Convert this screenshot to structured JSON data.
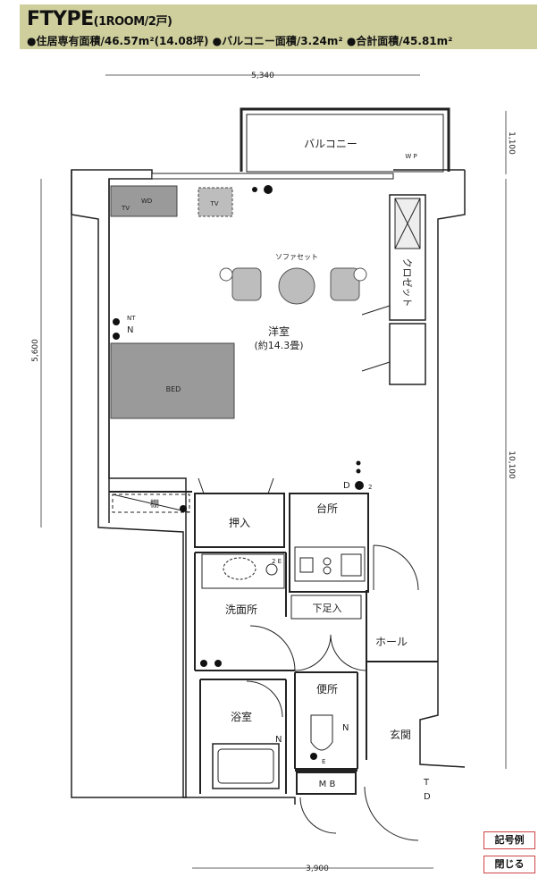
{
  "header": {
    "type_main": "FTYPE",
    "type_sub": "(1ROOM/2戸)",
    "specs": "●住居専有面積/46.57m²(14.08坪)  ●バルコニー面積/3.24m²  ●合計面積/45.81m²"
  },
  "dimensions": {
    "top_width": "5,340",
    "balcony_depth": "1,100",
    "left_height": "5,600",
    "right_height": "10,100",
    "bottom_width": "3,900"
  },
  "rooms": {
    "balcony": "バルコニー",
    "western": "洋室",
    "western_area": "(約14.3畳)",
    "closet": "クロゼット",
    "sofa_set": "ソファセット",
    "bed": "BED",
    "tv_left": "TV",
    "wd": "WD",
    "tv_center": "TV",
    "shelf": "棚",
    "oshiire": "押入",
    "kitchen": "台所",
    "washroom": "洗面所",
    "shoe_box": "下足入",
    "hall": "ホール",
    "toilet": "便所",
    "bath": "浴室",
    "entrance": "玄関",
    "mb": "M B"
  },
  "symbols": {
    "wp": "W P",
    "nt": "NT",
    "n": "N",
    "d": "D",
    "t": "T",
    "two": "2",
    "two_e": "2 E",
    "e": "E"
  },
  "buttons": {
    "legend": "記号例",
    "close": "閉じる"
  }
}
